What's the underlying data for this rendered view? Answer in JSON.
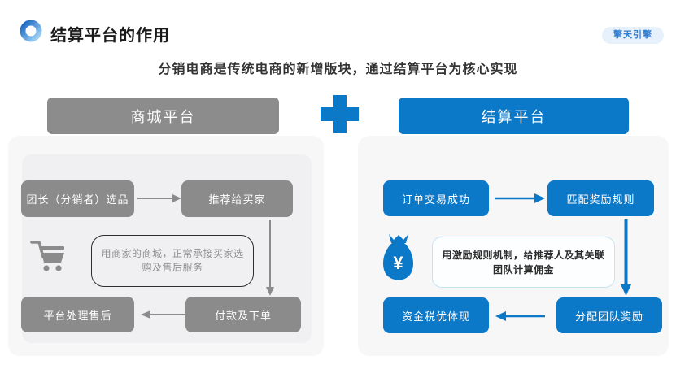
{
  "slide": {
    "title": "结算平台的作用",
    "badge": "擎天引擎",
    "subtitle": "分销电商是传统电商的新增版块，通过结算平台为核心实现"
  },
  "colors": {
    "accent_blue": "#0b78c8",
    "box_gray": "#8b8b8b",
    "panel_bg": "#f7f7f8",
    "badge_bg": "#e7f1fb",
    "badge_text": "#2e7cd0"
  },
  "mall_platform": {
    "header": "商城平台",
    "step_select": "团长（分销者）选品",
    "step_recommend": "推荐给买家",
    "step_pay": "付款及下单",
    "step_aftersale": "平台处理售后",
    "note": "用商家的商城，正常承接买家选购及售后服务",
    "icon": "shopping-cart-icon"
  },
  "settlement_platform": {
    "header": "结算平台",
    "step_order": "订单交易成功",
    "step_match": "匹配奖励规则",
    "step_distribute": "分配团队奖励",
    "step_withdraw": "资金税优体现",
    "note": "用激励规则机制，给推荐人及其关联团队计算佣金",
    "icon": "money-bag-icon",
    "currency": "¥"
  },
  "connector": {
    "plus": "+"
  }
}
